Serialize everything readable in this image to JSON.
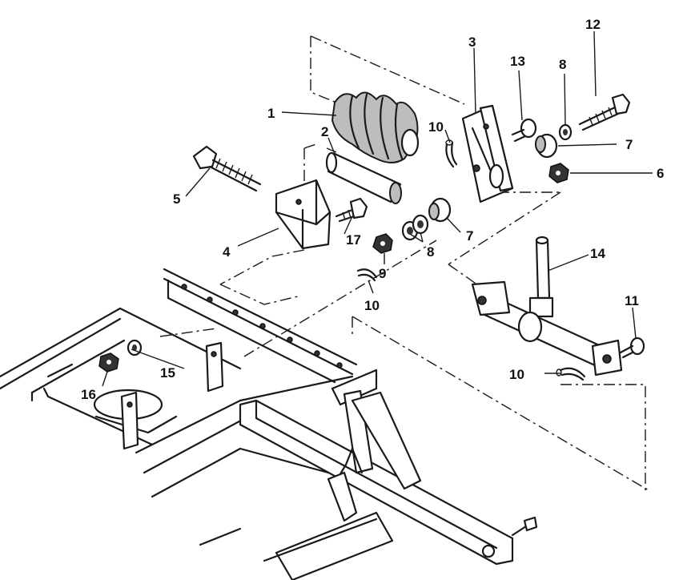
{
  "callouts": {
    "c1": "1",
    "c2": "2",
    "c3": "3",
    "c4": "4",
    "c5": "5",
    "c6": "6",
    "c7a": "7",
    "c7b": "7",
    "c8a": "8",
    "c8b": "8",
    "c9": "9",
    "c10a": "10",
    "c10b": "10",
    "c10c": "10",
    "c11": "11",
    "c12": "12",
    "c13": "13",
    "c14": "14",
    "c15": "15",
    "c16": "16",
    "c17": "17"
  }
}
